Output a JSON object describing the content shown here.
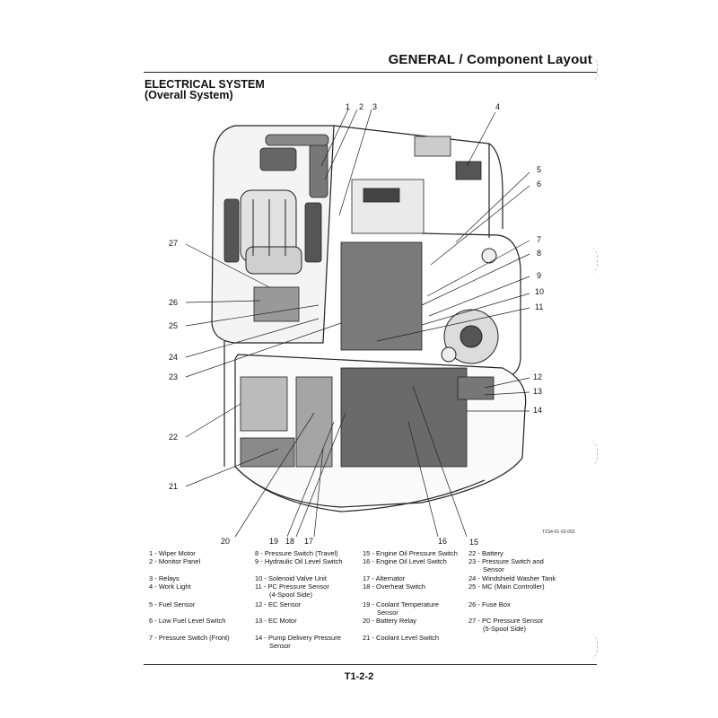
{
  "header": {
    "title": "GENERAL / Component Layout"
  },
  "section": {
    "title": "ELECTRICAL SYSTEM",
    "subtitle": "(Overall System)"
  },
  "callouts": [
    "1",
    "2",
    "3",
    "4",
    "5",
    "6",
    "7",
    "8",
    "9",
    "10",
    "11",
    "12",
    "13",
    "14",
    "15",
    "16",
    "17",
    "18",
    "19",
    "20",
    "21",
    "22",
    "23",
    "24",
    "25",
    "26",
    "27"
  ],
  "figure_id": "T1S4-01-03-002",
  "legend": [
    {
      "n": "1 -",
      "label": "Wiper Motor"
    },
    {
      "n": "2 -",
      "label": "Monitor Panel"
    },
    {
      "n": "3 -",
      "label": "Relays"
    },
    {
      "n": "4 -",
      "label": "Work Light"
    },
    {
      "n": "5 -",
      "label": "Fuel Sensor"
    },
    {
      "n": "6 -",
      "label": "Low Fuel Level Switch"
    },
    {
      "n": "7 -",
      "label": "Pressure Switch (Front)"
    },
    {
      "n": "8 -",
      "label": "Pressure Switch (Travel)"
    },
    {
      "n": "9 -",
      "label": "Hydraulic Oil Level Switch"
    },
    {
      "n": "10 -",
      "label": "Solenoid Valve Unit"
    },
    {
      "n": "11 -",
      "label": "PC Pressure Sensor",
      "label2": "(4-Spool Side)"
    },
    {
      "n": "12 -",
      "label": "EC Sensor"
    },
    {
      "n": "13 -",
      "label": "EC Motor"
    },
    {
      "n": "14 -",
      "label": "Pump Delivery Pressure",
      "label2": "Sensor"
    },
    {
      "n": "15 -",
      "label": "Engine Oil Pressure Switch"
    },
    {
      "n": "16 -",
      "label": "Engine Oil Level Switch"
    },
    {
      "n": "17 -",
      "label": "Alternator"
    },
    {
      "n": "18 -",
      "label": "Overheat Switch"
    },
    {
      "n": "19 -",
      "label": "Coolant Temperature",
      "label2": "Sensor"
    },
    {
      "n": "20 -",
      "label": "Battery Relay"
    },
    {
      "n": "21 -",
      "label": "Coolant Level Switch"
    },
    {
      "n": "22 -",
      "label": "Battery"
    },
    {
      "n": "23 -",
      "label": "Pressure Switch and",
      "label2": "Sensor"
    },
    {
      "n": "24 -",
      "label": "Windshield Washer Tank"
    },
    {
      "n": "25 -",
      "label": "MC (Main Controller)"
    },
    {
      "n": "26 -",
      "label": "Fuse Box"
    },
    {
      "n": "27 -",
      "label": "PC Pressure Sensor",
      "label2": "(5-Spool Side)"
    }
  ],
  "page_number": "T1-2-2"
}
